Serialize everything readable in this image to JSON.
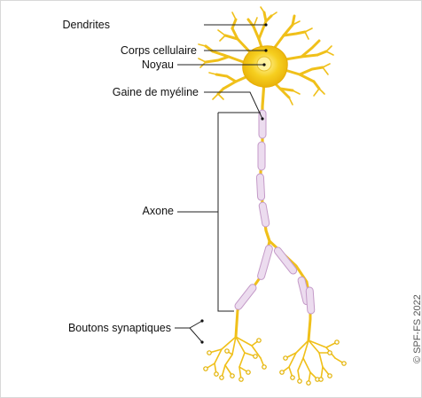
{
  "labels": {
    "dendrites": "Dendrites",
    "cell_body": "Corps cellulaire",
    "nucleus": "Noyau",
    "myelin_sheath": "Gaine de myéline",
    "axon": "Axone",
    "synaptic_buttons": "Boutons synaptiques"
  },
  "copyright": "© SPF-FS 2022",
  "colors": {
    "neuron": "#f2c418",
    "neuron_dark": "#e0a800",
    "myelin_fill": "#ecdcef",
    "myelin_stroke": "#c49ac8",
    "nucleus": "#fff3a0",
    "leader_line": "#222222",
    "frame": "#d8d8d8"
  }
}
